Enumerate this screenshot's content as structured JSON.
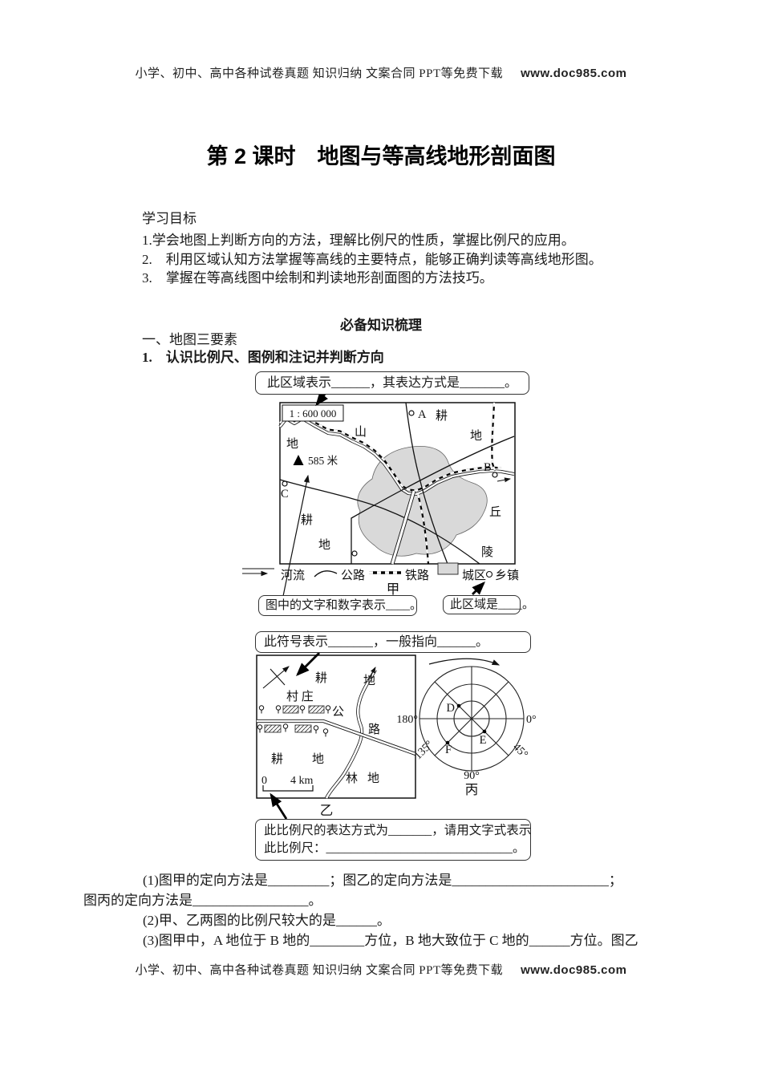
{
  "promo": {
    "text": "小学、初中、高中各种试卷真题  知识归纳  文案合同  PPT等免费下载",
    "site": "www.doc985.com"
  },
  "title": "第 2 课时　地图与等高线地形剖面图",
  "objectives": {
    "heading": "学习目标",
    "items": [
      "1.学会地图上判断方向的方法，理解比例尺的性质，掌握比例尺的应用。",
      "2.　利用区域认知方法掌握等高线的主要特点，能够正确判读等高线地形图。",
      "3.　掌握在等高线图中绘制和判读地形剖面图的方法技巧。"
    ]
  },
  "section": {
    "heading": "必备知识梳理",
    "sub1": "一、地图三要素",
    "sub2": "1.　认识比例尺、图例和注记并判断方向"
  },
  "callouts": {
    "region_scale": "此区域表示______，其表达方式是_______。",
    "text_numbers": "图中的文字和数字表示____。",
    "this_region": "此区域是____。",
    "symbol": "此符号表示_______，一般指向______。",
    "scalebar_line1": "此比例尺的表达方式为_______，请用文字式表示",
    "scalebar_line2": "此比例尺：______________________________。"
  },
  "map_jia": {
    "scale": "1 : 600 000",
    "peak_label": "585 米",
    "labels": {
      "shan": "山",
      "di_left": "地",
      "geng_top": "耕",
      "di_right": "地",
      "geng_bottom": "耕",
      "di_bottom": "地",
      "qiu": "丘",
      "ling": "陵"
    },
    "points": {
      "a": "A",
      "b": "B",
      "c": "C"
    },
    "legend": [
      {
        "name": "river",
        "label": "河流"
      },
      {
        "name": "road",
        "label": "公路"
      },
      {
        "name": "railway",
        "label": "铁路"
      },
      {
        "name": "urban",
        "label": "城区"
      },
      {
        "name": "town",
        "label": "乡镇"
      }
    ],
    "caption": "甲"
  },
  "map_yi": {
    "labels": {
      "geng_top": "耕",
      "di_top": "地",
      "village": "村 庄",
      "gong": "公",
      "lu": "路",
      "geng_bottom": "耕",
      "di_bottom": "地",
      "lin": "林",
      "di_lin": "地"
    },
    "scale_zero": "0",
    "scale_len": "4 km",
    "caption": "乙"
  },
  "map_bing": {
    "degrees": {
      "d180": "180°",
      "d0": "0°",
      "d135": "135°",
      "d45": "45°",
      "d90": "90°"
    },
    "points": {
      "d": "D",
      "e": "E",
      "f": "F"
    },
    "caption": "丙"
  },
  "questions": {
    "q1a": "(1)图甲的定向方法是_________；图乙的定向方法是_______________________；",
    "q1b": "图丙的定向方法是_________________。",
    "q2": "(2)甲、乙两图的比例尺较大的是______。",
    "q3": "(3)图甲中，A 地位于 B 地的________方位，B 地大致位于 C 地的______方位。图乙"
  },
  "colors": {
    "urban_fill": "#d9d9d9",
    "ink": "#111111"
  }
}
